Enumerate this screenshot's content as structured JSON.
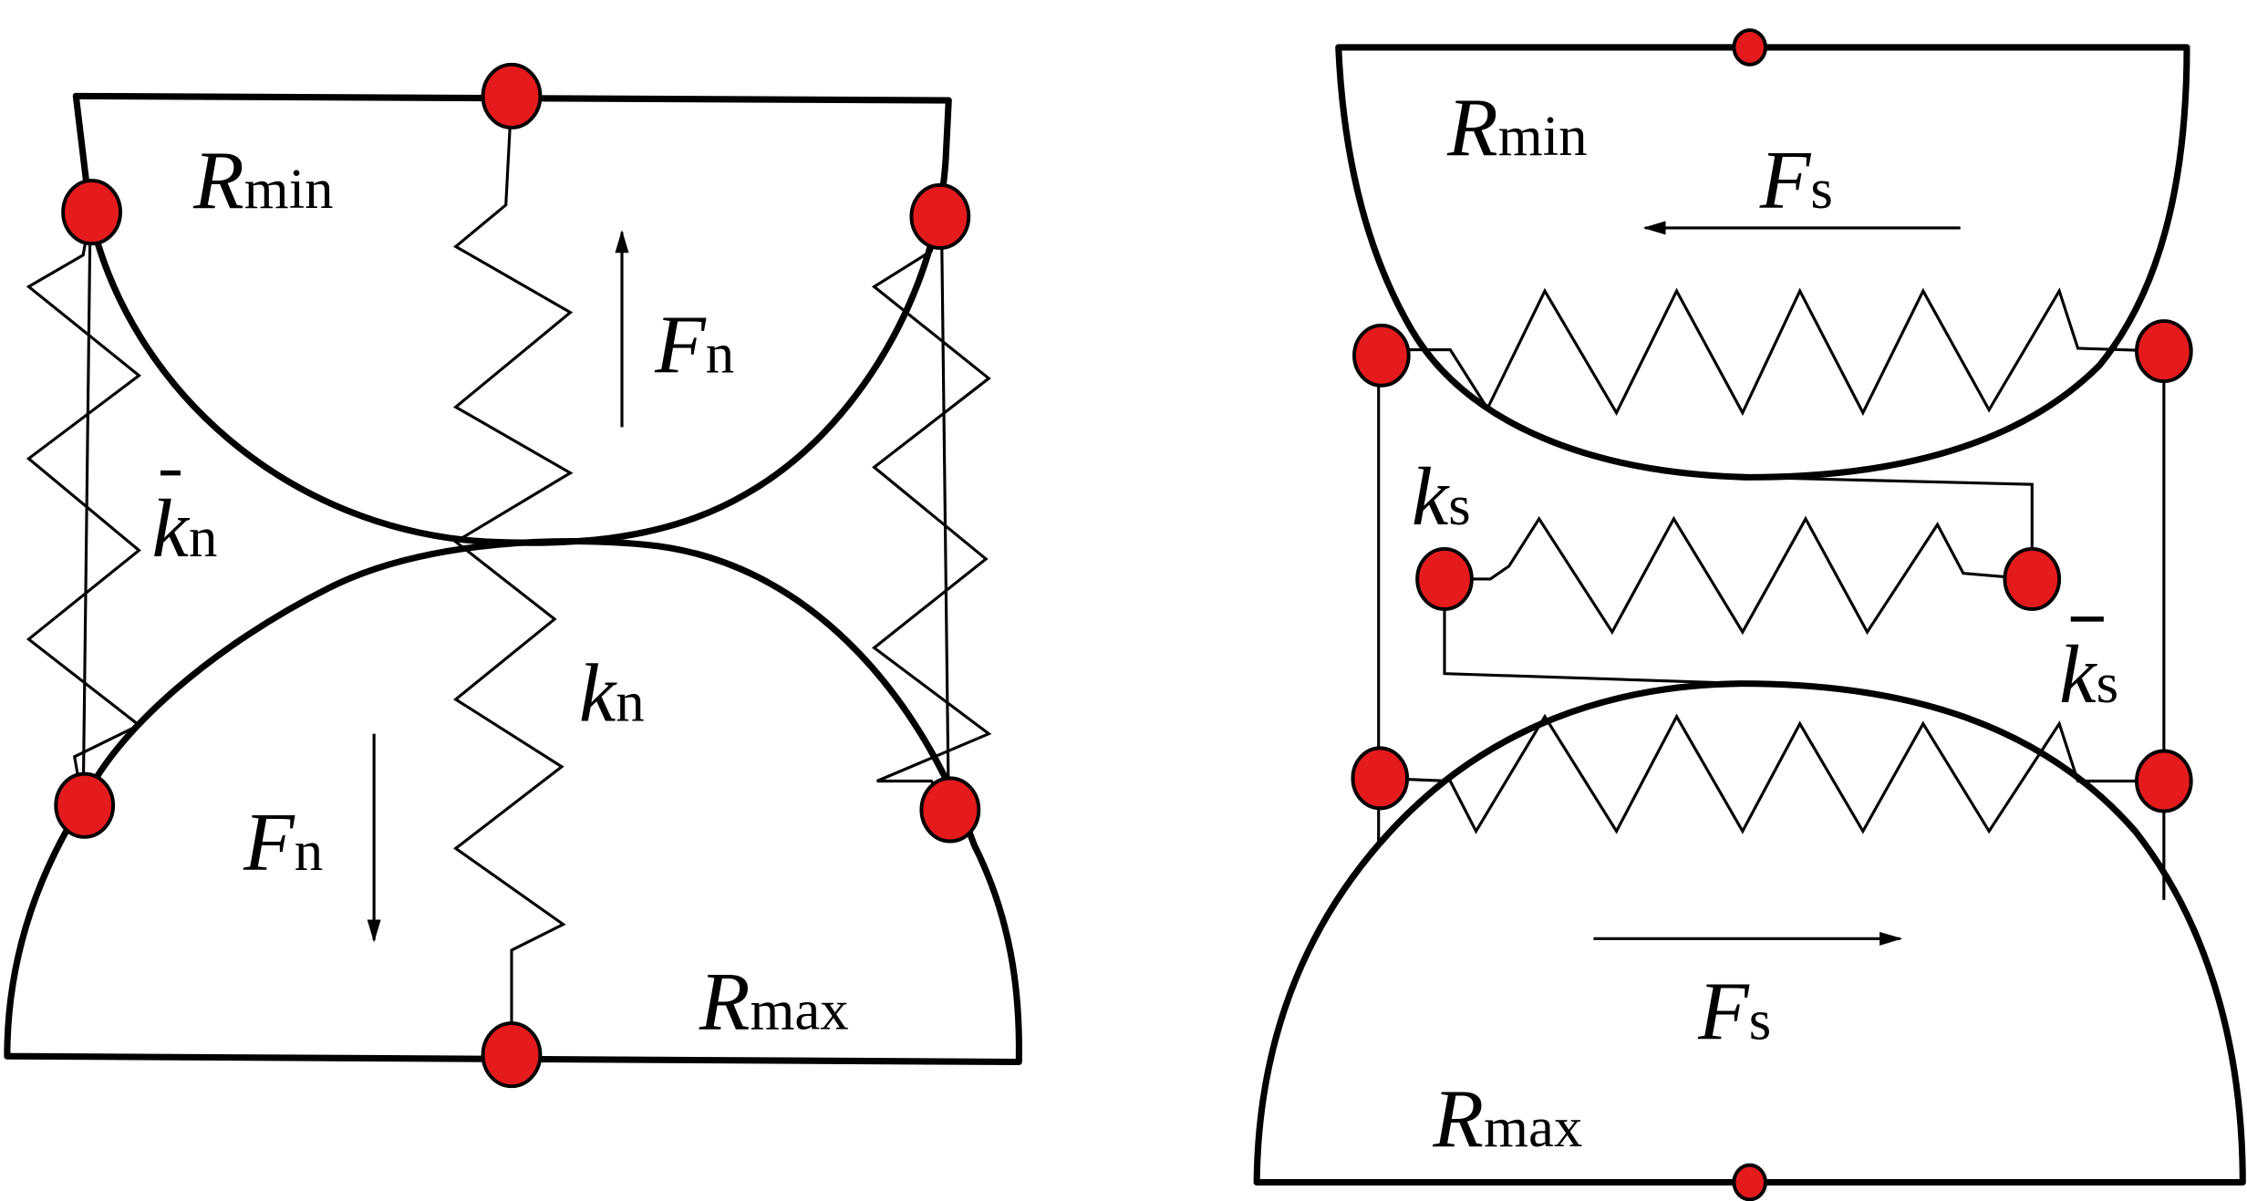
{
  "colors": {
    "node_fill": "#E41A1C",
    "stroke": "#000000",
    "background": "#FFFFFF"
  },
  "left_panel": {
    "title": "normal contact",
    "labels": {
      "r_min": {
        "main": "R",
        "sub": "min"
      },
      "r_max": {
        "main": "R",
        "sub": "max"
      },
      "f_up": {
        "main": "F",
        "sub": "n"
      },
      "f_down": {
        "main": "F",
        "sub": "n"
      },
      "k": {
        "main": "k",
        "sub": "n"
      },
      "k_bar": {
        "main": "k",
        "sub": "n"
      }
    },
    "arrows": [
      "up",
      "down"
    ]
  },
  "right_panel": {
    "title": "shear contact",
    "labels": {
      "r_min": {
        "main": "R",
        "sub": "min"
      },
      "r_max": {
        "main": "R",
        "sub": "max"
      },
      "f_top": {
        "main": "F",
        "sub": "s"
      },
      "f_bottom": {
        "main": "F",
        "sub": "s"
      },
      "k": {
        "main": "k",
        "sub": "s"
      },
      "k_bar": {
        "main": "k",
        "sub": "s"
      }
    },
    "arrows": [
      "left",
      "right"
    ]
  }
}
